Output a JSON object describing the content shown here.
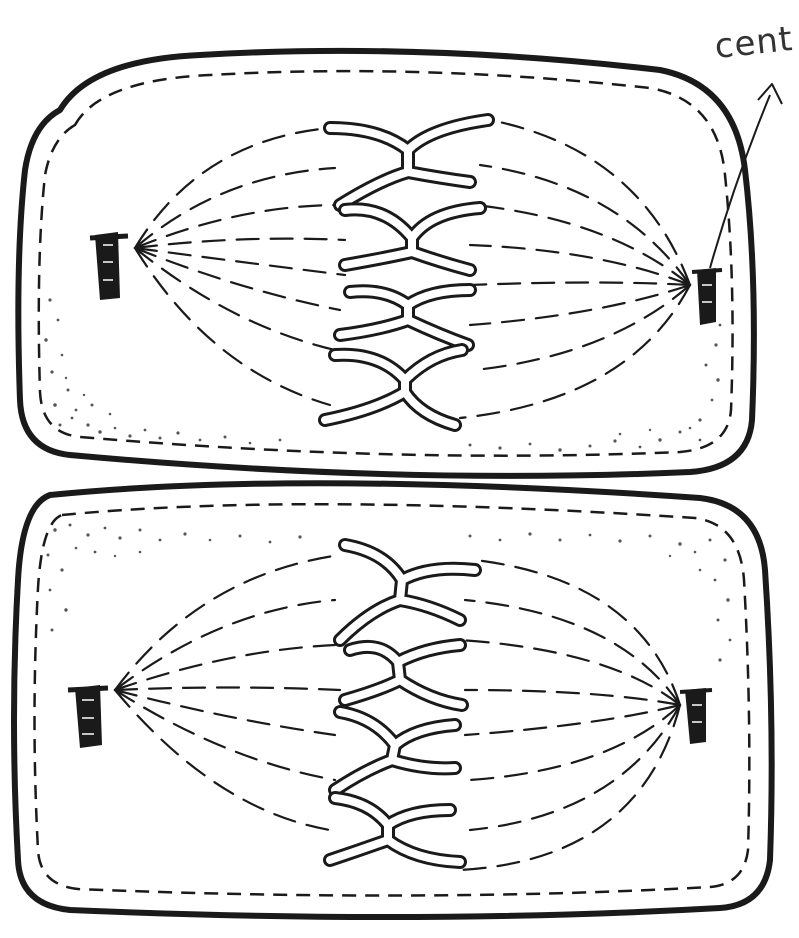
{
  "diagram": {
    "annotation": {
      "text": "cent"
    },
    "cells": [
      {
        "name": "top-cell",
        "centriole_count": 2,
        "chromosome_count": 4
      },
      {
        "name": "bottom-cell",
        "centriole_count": 2,
        "chromosome_count": 4
      }
    ],
    "colors": {
      "ink": "#1a1a1a",
      "paper": "#ffffff",
      "stipple": "#555555"
    }
  }
}
